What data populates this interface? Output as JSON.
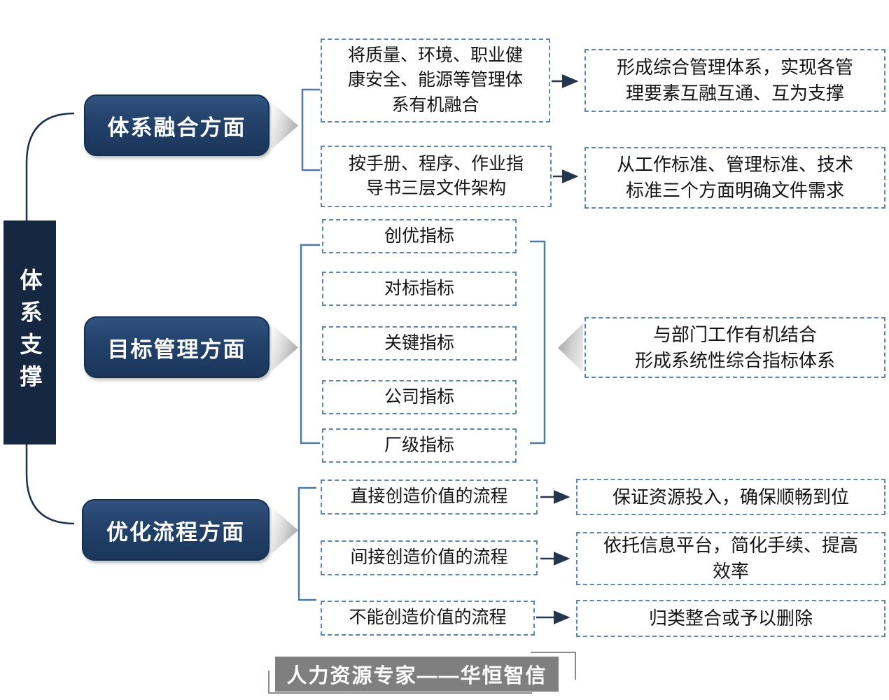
{
  "root": {
    "label": "体系支撑"
  },
  "sections": [
    {
      "title": "体系融合方面",
      "pairs": [
        {
          "left_lines": [
            "将质量、环境、职业健",
            "康安全、能源等管理体",
            "系有机融合"
          ],
          "right_lines": [
            "形成综合管理体系，实现各管",
            "理要素互融互通、互为支撑"
          ]
        },
        {
          "left_lines": [
            "按手册、程序、作业指",
            "导书三层文件架构"
          ],
          "right_lines": [
            "从工作标准、管理标准、技术",
            "标准三个方面明确文件需求"
          ]
        }
      ]
    },
    {
      "title": "目标管理方面",
      "indicators": [
        "创优指标",
        "对标指标",
        "关键指标",
        "公司指标",
        "厂级指标"
      ],
      "summary_lines": [
        "与部门工作有机结合",
        "形成系统性综合指标体系"
      ]
    },
    {
      "title": "优化流程方面",
      "pairs": [
        {
          "left": "直接创造价值的流程",
          "right_lines": [
            "保证资源投入，确保顺畅到位"
          ]
        },
        {
          "left": "间接创造价值的流程",
          "right_lines": [
            "依托信息平台，简化手续、提高",
            "效率"
          ]
        },
        {
          "left": "不能创造价值的流程",
          "right_lines": [
            "归类整合或予以删除"
          ]
        }
      ]
    }
  ],
  "footer": {
    "banner": "人力资源专家——华恒智信"
  },
  "colors": {
    "navy_box": "#22416b",
    "navy_dark": "#152741",
    "dashed_border": "#5e87b0",
    "bracket": "#4e79a4",
    "arrow": "#23364e",
    "banner_gray": "#7f7f7f"
  }
}
